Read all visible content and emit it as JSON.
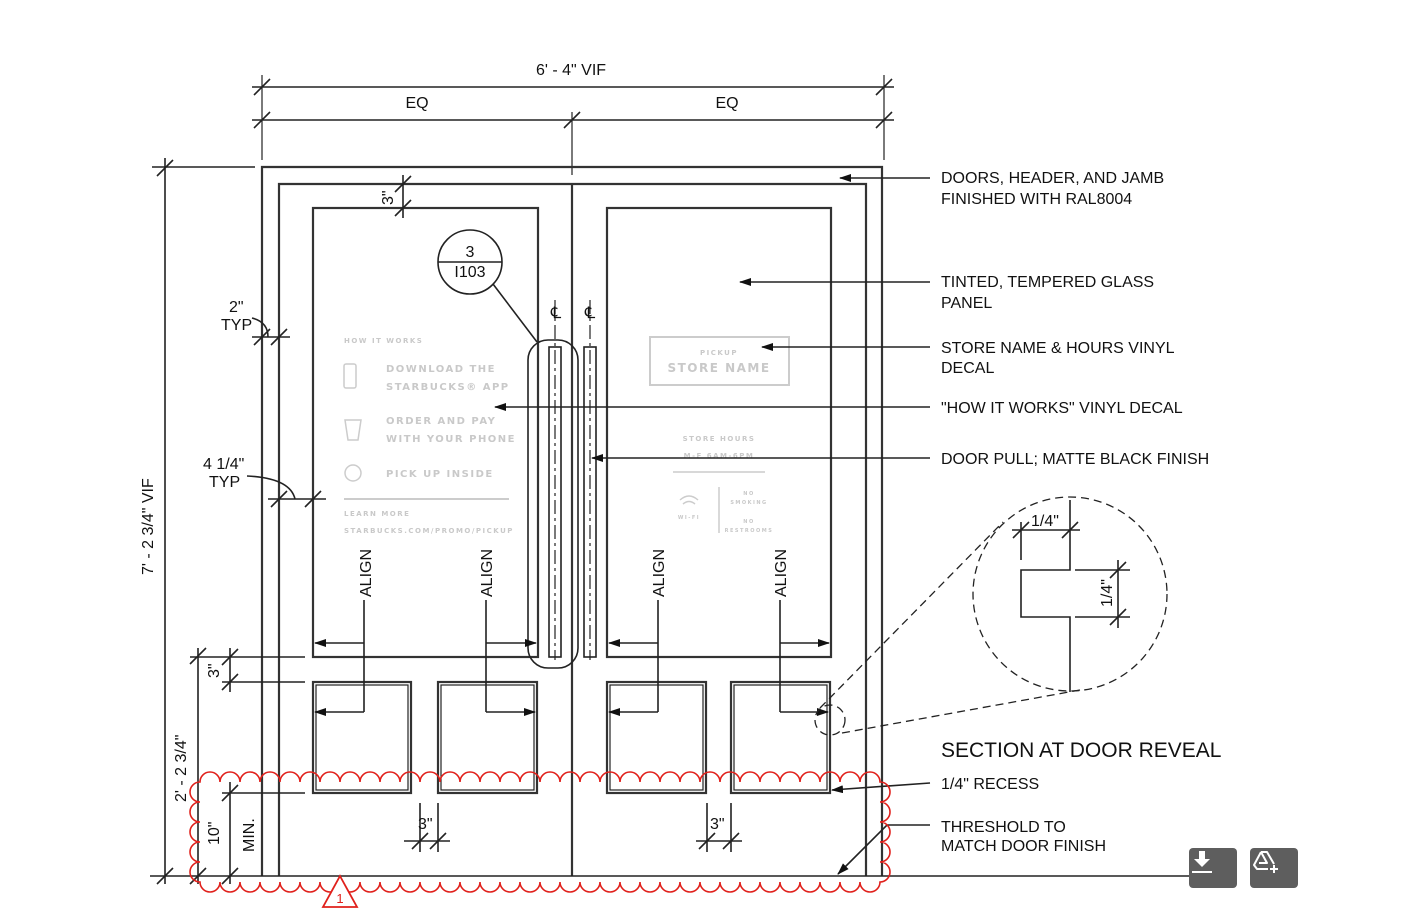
{
  "dimensions": {
    "overall_width": "6' - 4\" VIF",
    "eq_left": "EQ",
    "eq_right": "EQ",
    "overall_height": "7' - 2 3/4\" VIF",
    "lower_height": "2' - 2 3/4\"",
    "threshold_gap": "10\"",
    "min": "MIN.",
    "panel_gap_vertical": "3\"",
    "top_gap": "3\"",
    "panel_gap_left": "3\"",
    "panel_gap_right": "3\"",
    "stile_2": "2\"",
    "stile_2_typ": "TYP",
    "stile_4": "4 1/4\"",
    "stile_4_typ": "TYP",
    "align": "ALIGN",
    "detail_quarter_h": "1/4\"",
    "detail_quarter_v": "1/4\""
  },
  "callout": {
    "number": "3",
    "sheet": "I103"
  },
  "notes": [
    {
      "line1": "DOORS, HEADER, AND JAMB",
      "line2": "FINISHED WITH RAL8004"
    },
    {
      "line1": "TINTED, TEMPERED GLASS",
      "line2": "PANEL"
    },
    {
      "line1": "STORE NAME & HOURS VINYL",
      "line2": "DECAL"
    },
    {
      "line1": "\"HOW IT WORKS\" VINYL DECAL"
    },
    {
      "line1": "DOOR PULL; MATTE BLACK FINISH"
    },
    {
      "line1": "1/4\" RECESS"
    },
    {
      "line1": "THRESHOLD TO",
      "line2": "MATCH DOOR FINISH"
    }
  ],
  "section_title": "SECTION AT DOOR REVEAL",
  "revision": "1",
  "decal_left": {
    "heading": "HOW IT WORKS",
    "step1a": "DOWNLOAD THE",
    "step1b": "STARBUCKS® APP",
    "step2a": "ORDER AND PAY",
    "step2b": "WITH YOUR PHONE",
    "step3": "PICK UP INSIDE",
    "learn": "LEARN MORE",
    "url": "STARBUCKS.COM/PROMO/PICKUP"
  },
  "decal_right": {
    "pickup": "PICKUP",
    "store_name": "STORE NAME",
    "hours_label": "STORE HOURS",
    "hours": "M-F  6AM-6PM",
    "wifi": "WI-FI",
    "no1": "NO",
    "smoking": "SMOKING",
    "no2": "NO",
    "restrooms": "RESTROOMS"
  },
  "colors": {
    "revision": "#e0201b",
    "button": "#5e5e5e"
  },
  "toolbar": {
    "download_icon": "download-icon",
    "drive_icon": "add-to-drive-icon"
  }
}
